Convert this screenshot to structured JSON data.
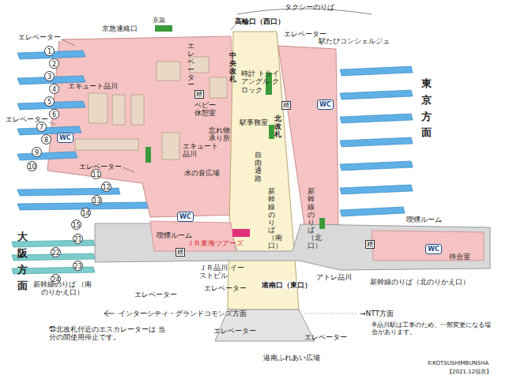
{
  "diagram": {
    "nodes": [
      {
        "text": [
          "WC"
        ]
      },
      {
        "text": [
          "WC"
        ]
      },
      {
        "text": [
          "WC"
        ]
      },
      {
        "text": [
          "WC"
        ]
      }
    ],
    "labels": [
      "タクシーのりば",
      "高輪口（西口）",
      "京急",
      "京急連絡口",
      "エレベーター",
      "エレベーター",
      "駅たびコンシェルジュ",
      "エレベーター",
      "中央改札",
      "時計 トライアングル クロック",
      "駅事務室",
      "北改札",
      "自由通路",
      "エキュート品川",
      "ベビー休憩室",
      "忘れ物承り所",
      "エキュート品川",
      "水の音広場",
      "エレベーター",
      "エレベーター",
      "東京方面",
      "大阪方面",
      "新幹線のりば（南口）",
      "新幹線のりば（北口）",
      "喫煙ルーム",
      "喫煙ルーム",
      "ＪＲ東海ツアーズ",
      "新幹線のりば （南のりかえ口）",
      "エレベーター",
      "エレベーター",
      "ＪＲ品川 イーストビル",
      "港南口（東口）",
      "アトレ品川",
      "新幹線のりば（北のりかえ口）",
      "待合室",
      "インターシティ・グランドコモンズ方面",
      "→NTT方面",
      "エレベーター",
      "エレベーター",
      "港南ふれあい広場",
      "㉑北改札付近のエスカレーターは 当分の間使用停止です。",
      "※品川駅は工事のため、一部変更になる場合があります。",
      "©KOTSUSHIMBUNSHA",
      "【2021.12現在】",
      "精",
      "精",
      "精",
      "精",
      "1",
      "2",
      "3",
      "4",
      "5",
      "6",
      "7",
      "8",
      "9",
      "10",
      "11",
      "12",
      "13",
      "14",
      "15",
      "21",
      "22",
      "23",
      "24"
    ]
  }
}
